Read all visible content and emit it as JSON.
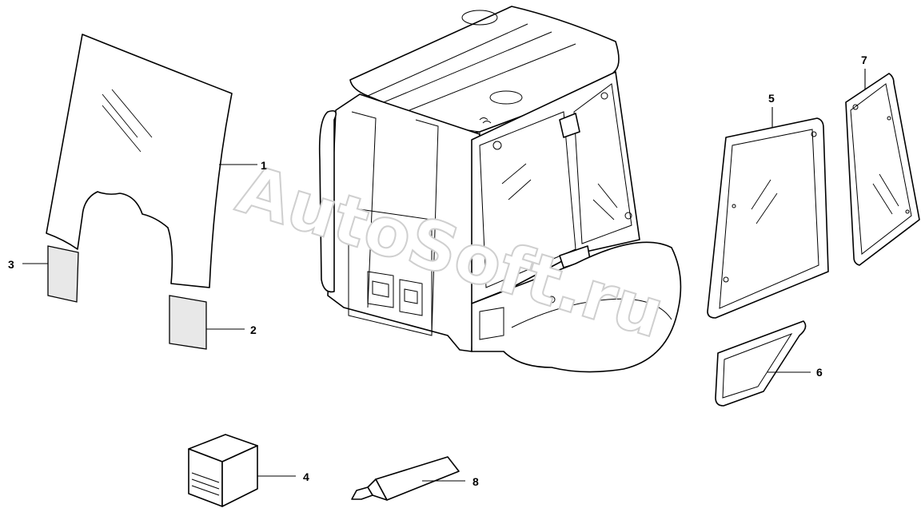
{
  "watermark": {
    "text": "AutoSoft.ru"
  },
  "callouts": [
    {
      "id": "1",
      "label": "1"
    },
    {
      "id": "2",
      "label": "2"
    },
    {
      "id": "3",
      "label": "3"
    },
    {
      "id": "4",
      "label": "4"
    },
    {
      "id": "5",
      "label": "5"
    },
    {
      "id": "6",
      "label": "6"
    },
    {
      "id": "7",
      "label": "7"
    },
    {
      "id": "8",
      "label": "8"
    }
  ]
}
